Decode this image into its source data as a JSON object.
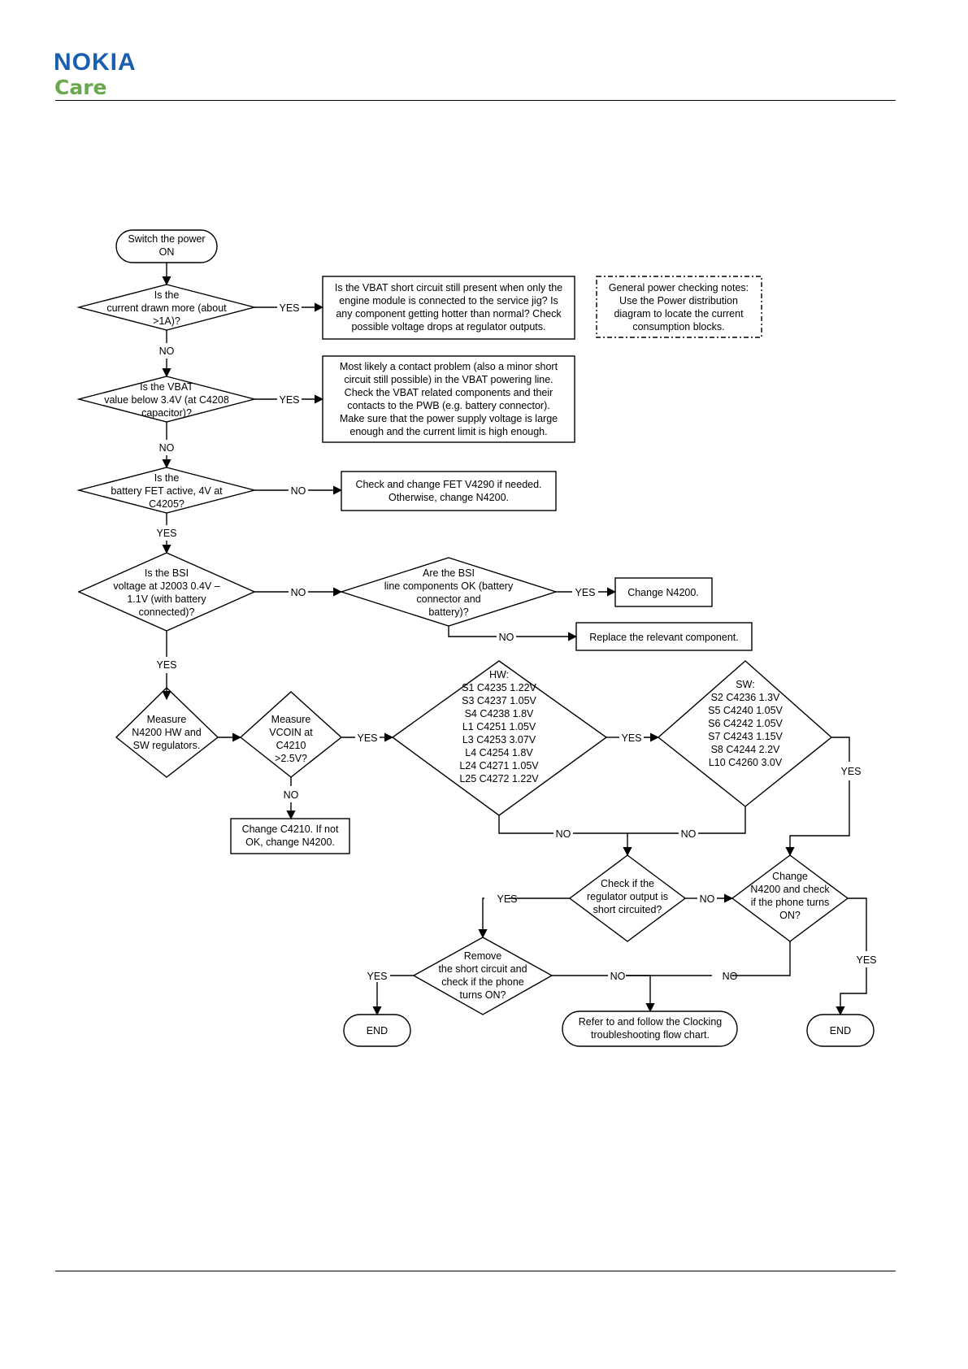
{
  "header": {
    "brand": "NOKIA",
    "sub": "Care"
  },
  "nodes": {
    "start": [
      "Switch the power",
      "ON"
    ],
    "q_current": [
      "Is the",
      "current drawn more (about",
      ">1A)?"
    ],
    "box_vbat_short": [
      "Is the VBAT short circuit still present when only the",
      "engine module is connected to the service jig? Is",
      "any component getting hotter than normal? Check",
      "possible voltage drops at regulator outputs."
    ],
    "note_general": [
      "General power checking notes:",
      "Use the Power distribution",
      "diagram to locate the current",
      "consumption blocks."
    ],
    "q_vbat": [
      "Is the VBAT",
      "value below 3.4V (at C4208",
      "capacitor)?"
    ],
    "box_contact": [
      "Most likely a contact problem (also a minor short",
      "circuit still possible) in the VBAT powering line.",
      "Check the VBAT related components and their",
      "contacts to the PWB (e.g. battery connector).",
      "Make sure that the power supply voltage is large",
      "enough and the current limit is high enough."
    ],
    "q_fet": [
      "Is the",
      "battery FET active, 4V at",
      "C4205?"
    ],
    "box_fet": [
      "Check and change FET V4290 if needed.",
      "Otherwise, change N4200."
    ],
    "q_bsi": [
      "Is the BSI",
      "voltage at J2003 0.4V –",
      "1.1V (with battery",
      "connected)?"
    ],
    "q_bsi_line": [
      "Are the BSI",
      "line components OK (battery",
      "connector and",
      "battery)?"
    ],
    "box_change_n4200": [
      "Change N4200."
    ],
    "box_replace": [
      "Replace the relevant component."
    ],
    "q_measure": [
      "Measure",
      "N4200 HW and",
      "SW regulators."
    ],
    "q_vcoin": [
      "Measure",
      "VCOIN at",
      "C4210",
      ">2.5V?"
    ],
    "box_c4210": [
      "Change C4210. If not",
      "OK, change N4200."
    ],
    "q_hw": [
      "HW:",
      "S1 C4235 1.22V",
      "S3 C4237 1.05V",
      "S4 C4238 1.8V",
      "L1 C4251 1.05V",
      "L3 C4253 3.07V",
      "L4 C4254 1.8V",
      "L24 C4271 1.05V",
      "L25 C4272 1.22V"
    ],
    "q_sw": [
      "SW:",
      "S2 C4236 1.3V",
      "S5 C4240 1.05V",
      "S6 C4242 1.05V",
      "S7 C4243 1.15V",
      "S8 C4244 2.2V",
      "L10 C4260 3.0V"
    ],
    "q_short": [
      "Check if the",
      "regulator output is",
      "short circuited?"
    ],
    "q_change_n4200": [
      "Change",
      "N4200 and check",
      "if the phone turns",
      "ON?"
    ],
    "q_remove": [
      "Remove",
      "the short circuit and",
      "check if the phone",
      "turns ON?"
    ],
    "end_left": [
      "END"
    ],
    "box_clocking": [
      "Refer to and follow the Clocking",
      "troubleshooting flow chart."
    ],
    "end_right": [
      "END"
    ]
  },
  "edge_labels": {
    "yes": "YES",
    "no": "NO"
  }
}
